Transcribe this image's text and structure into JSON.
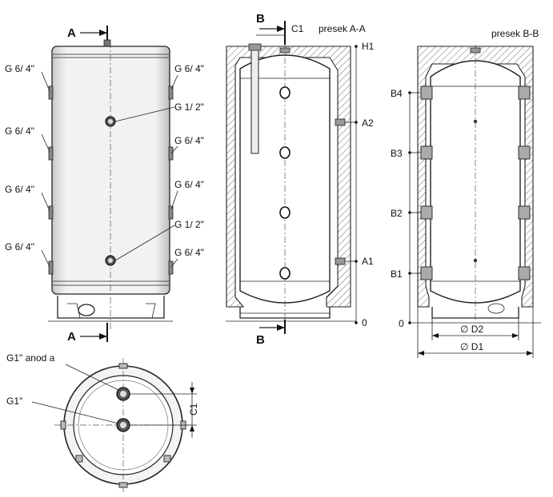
{
  "views": {
    "front": {
      "section_mark_top": "A",
      "section_mark_bottom": "A",
      "left_labels": [
        "G 6/ 4\"",
        "G 6/ 4\"",
        "G 6/ 4\"",
        "G 6/ 4\""
      ],
      "right_labels": [
        "G 6/ 4\"",
        "G 1/ 2\"",
        "G 6/ 4\"",
        "G 6/ 4\"",
        "G 1/ 2\"",
        "G 6/ 4\""
      ]
    },
    "section_aa": {
      "title": "presek A-A",
      "mark_top": "B",
      "mark_bottom": "B",
      "c1": "C1",
      "h1": "H1",
      "a2": "A2",
      "a1": "A1",
      "zero": "0"
    },
    "section_bb": {
      "title": "presek B-B",
      "levels": [
        "B4",
        "B3",
        "B2",
        "B1"
      ],
      "zero": "0",
      "d2": "∅ D2",
      "d1": "∅ D1"
    },
    "top_view": {
      "label_anode": "G1\" anod  a",
      "label_g1": "G1\"",
      "c1": "C1"
    }
  }
}
